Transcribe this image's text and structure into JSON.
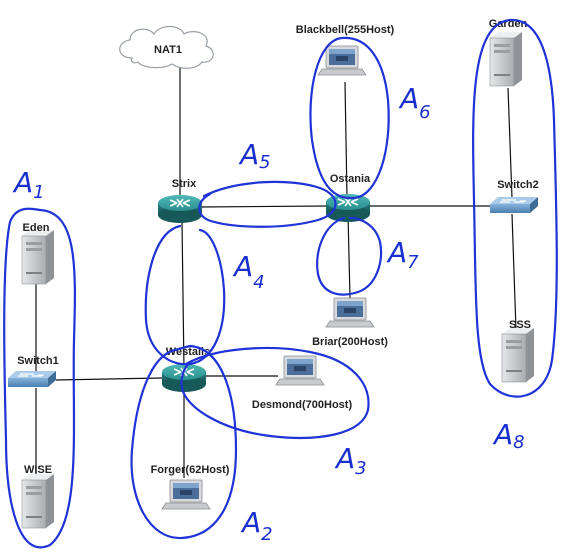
{
  "nodes": {
    "nat1": "NAT1",
    "strix": "Strix",
    "ostania": "Ostania",
    "westalis": "Westalis",
    "switch1": "Switch1",
    "switch2": "Switch2",
    "eden": "Eden",
    "wise": "WISE",
    "garden": "Garden",
    "sss": "SSS",
    "blackbell": "Blackbell(255Host)",
    "briar": "Briar(200Host)",
    "desmond": "Desmond(700Host)",
    "forger": "Forger(62Host)"
  },
  "annotations": [
    {
      "main": "A",
      "sub": "1"
    },
    {
      "main": "A",
      "sub": "2"
    },
    {
      "main": "A",
      "sub": "3"
    },
    {
      "main": "A",
      "sub": "4"
    },
    {
      "main": "A",
      "sub": "5"
    },
    {
      "main": "A",
      "sub": "6"
    },
    {
      "main": "A",
      "sub": "7"
    },
    {
      "main": "A",
      "sub": "8"
    }
  ],
  "colors": {
    "ink": "#1f33d6",
    "router": "#1f8f8f",
    "switch": "#5a8fbf",
    "server": "#c9cbce",
    "cloud": "#ffffff"
  },
  "icons": {
    "router": "router-icon",
    "switch": "switch-icon",
    "server": "server-icon",
    "pc": "laptop-icon",
    "cloud": "cloud-icon"
  }
}
